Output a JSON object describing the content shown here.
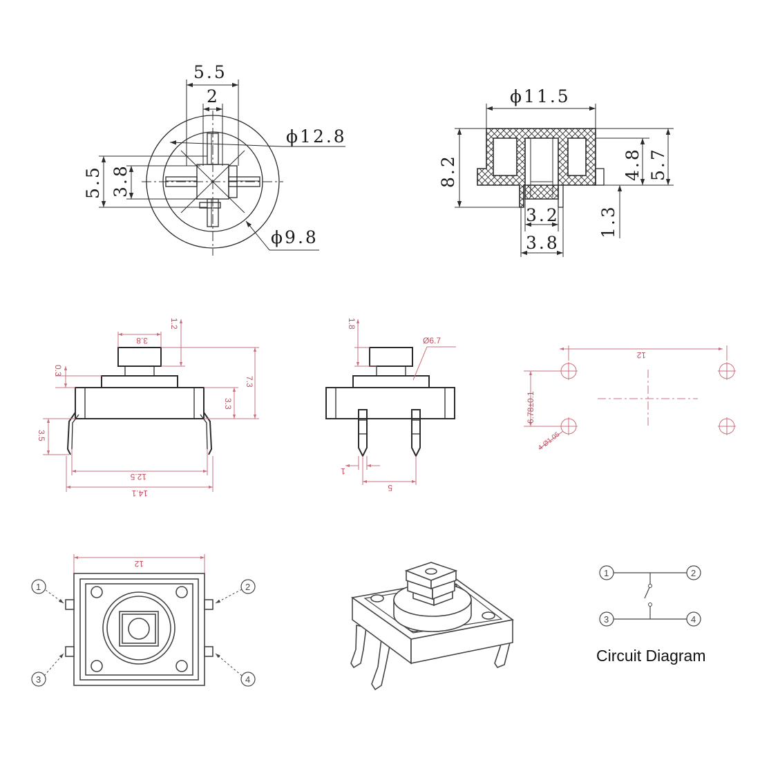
{
  "top_view": {
    "width_outer": "5.5",
    "width_inner": "2",
    "height_outer": "5.5",
    "height_inner": "3.8",
    "diameter_outer": "ϕ12.8",
    "diameter_inner": "ϕ9.8"
  },
  "section_view": {
    "diameter_top": "ϕ11.5",
    "total_height": "8.2",
    "skirt_height": "4.8",
    "rim_height": "5.7",
    "bore_inner": "3.2",
    "bore_outer": "3.8",
    "stem_depth": "1.3"
  },
  "front_view": {
    "actuator_width": "3.8",
    "actuator_height": "1.2",
    "gap": "0.3",
    "body_height": "3.3",
    "total_height": "7.3",
    "pin_length": "3.5",
    "pin_span": "12.5",
    "total_width": "14.1"
  },
  "side_view": {
    "actuator_height": "1.8",
    "boss_diameter": "Ø6.7",
    "pin_width": "1",
    "pin_pitch": "5"
  },
  "footprint": {
    "pitch_x": "12",
    "pitch_y": "6.78±0.1",
    "hole_size": "4-Ø1.05"
  },
  "plan_view": {
    "width": "12",
    "pins": [
      "1",
      "2",
      "3",
      "4"
    ]
  },
  "circuit": {
    "pins": [
      "1",
      "2",
      "3",
      "4"
    ],
    "caption": "Circuit Diagram"
  }
}
